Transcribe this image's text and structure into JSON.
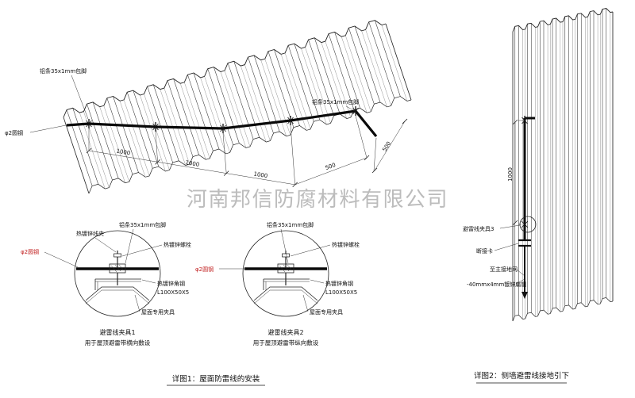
{
  "watermark": "河南邦信防腐材料有限公司",
  "roof": {
    "strip_label_top": "铝条35x1mm包脚",
    "strip_label_right": "铝条35x1mm包脚",
    "round_steel_label": "φ2圆钢",
    "dims": {
      "segment_1000": "1000",
      "segment_500": "500"
    }
  },
  "detail1": {
    "labels": {
      "wire_clip": "热镀锌线夹",
      "strip": "铝条35x1mm包脚",
      "bolt": "热镀锌螺栓",
      "round_steel": "φ2圆钢",
      "angle_steel": "热镀锌角钢",
      "angle_spec": "L100X50X5",
      "roof_clamp": "屋面专用夹具"
    },
    "title": "避雷线夹具1",
    "subtitle": "用于屋顶避雷带横向敷设"
  },
  "detail2": {
    "labels": {
      "strip": "铝条35x1mm包脚",
      "bolt": "热镀锌螺栓",
      "round_steel": "φ2圆钢",
      "angle_steel": "热镀锌角钢",
      "angle_spec": "L100X50X5",
      "roof_clamp": "屋面专用夹具"
    },
    "title": "避雷线夹具2",
    "subtitle": "用于屋顶避雷带纵向敷设"
  },
  "wall": {
    "dim_1000": "1000",
    "labels": {
      "clamp": "避雷线夹具3",
      "disconnect": "断接卡",
      "to_ground": "至主接地网",
      "flat_steel": "-40mmx4mm镀锌扁钢"
    }
  },
  "captions": {
    "fig1": "详图1：屋面防雷线的安装",
    "fig2": "详图2：侧墙避雷线接地引下"
  }
}
